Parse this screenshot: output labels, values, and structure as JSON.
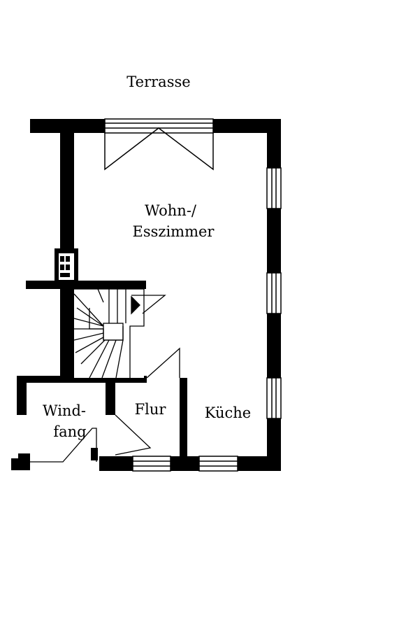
{
  "floorplan": {
    "labels": {
      "terrace": "Terrasse",
      "living_line1": "Wohn-/",
      "living_line2": "Esszimmer",
      "windfang_line1": "Wind-",
      "windfang_line2": "fang",
      "hall": "Flur",
      "kitchen": "Küche"
    },
    "colors": {
      "wall": "#000000",
      "background": "#ffffff"
    }
  }
}
